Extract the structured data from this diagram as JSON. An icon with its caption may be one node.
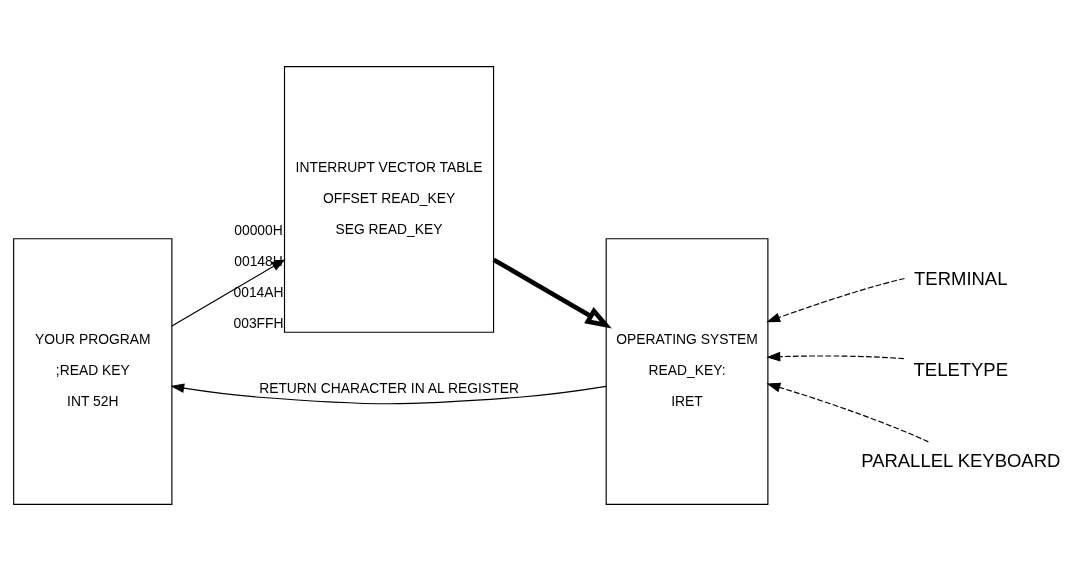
{
  "diagram": {
    "nodes": [
      {
        "text": [
          "YOUR PROGRAM",
          ";READ KEY",
          "INT 52H"
        ]
      },
      {
        "text": [
          "INTERRUPT VECTOR TABLE",
          "OFFSET READ_KEY",
          "SEG READ_KEY"
        ],
        "beside": [
          "00000H",
          "00148H",
          "0014AH",
          "003FFH"
        ]
      },
      {
        "text": [
          "OPERATING SYSTEM",
          "READ_KEY:",
          "IRET"
        ]
      },
      {
        "text": [
          "TERMINAL"
        ]
      },
      {
        "text": [
          "TELETYPE"
        ]
      },
      {
        "text": [
          "PARALLEL KEYBOARD"
        ]
      }
    ],
    "edges": [
      {
        "from": 0,
        "to": 1,
        "arrow": "to"
      },
      {
        "from": 1,
        "to": 2,
        "arrow": "to",
        "style": "thick"
      },
      {
        "from": 2,
        "to": 0,
        "arrow": "to",
        "label": "RETURN CHARACTER IN AL REGISTER"
      },
      {
        "from": 3,
        "to": 2,
        "arrow": "to",
        "style": "dashed"
      },
      {
        "from": 4,
        "to": 2,
        "arrow": "to",
        "style": "dashed"
      },
      {
        "from": 5,
        "to": 2,
        "arrow": "to",
        "style": "dashed"
      }
    ]
  }
}
